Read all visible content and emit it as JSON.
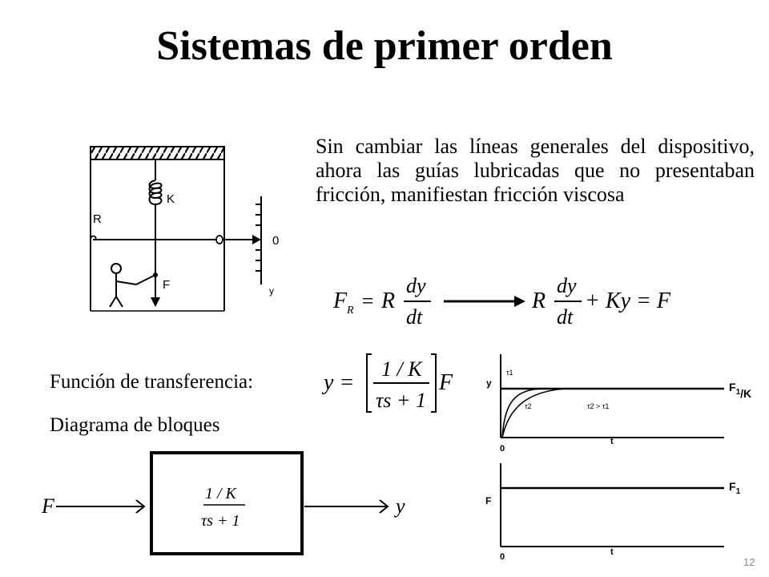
{
  "slide": {
    "title": "Sistemas de primer orden",
    "paragraph": "Sin cambiar las líneas generales del dispositivo, ahora las guías lubricadas que no presentaban fricción, manifiestan fricción viscosa",
    "transfer_label": "Función de transferencia:",
    "block_label": "Diagrama de bloques",
    "page_number": "12"
  },
  "mechanism": {
    "spring_label": "K",
    "damper_label": "R",
    "force_label": "F",
    "scale_zero": "0",
    "scale_axis": "y"
  },
  "eq1": {
    "lhs_main": "F",
    "lhs_sub": "R",
    "equals": "=",
    "coef": "R",
    "num": "dy",
    "den": "dt"
  },
  "eq2": {
    "coef": "R",
    "num": "dy",
    "den": "dt",
    "rest": "+ Ky = F"
  },
  "transfer": {
    "lhs": "y =",
    "num": "1 / K",
    "den": "τs + 1",
    "rhs": "F"
  },
  "block": {
    "input": "F",
    "output": "y",
    "num": "1 / K",
    "den": "τs + 1"
  },
  "graph_top": {
    "ylabel": "y",
    "xlabel": "t",
    "origin": "0",
    "level_label": "F",
    "level_sub": "1",
    "level_suffix": "/K",
    "curve1_label": "τ1",
    "curve2_label": "τ2",
    "comparison": "τ2 > τ1"
  },
  "graph_bottom": {
    "ylabel": "F",
    "xlabel": "t",
    "origin": "0",
    "level_label": "F",
    "level_sub": "1"
  }
}
